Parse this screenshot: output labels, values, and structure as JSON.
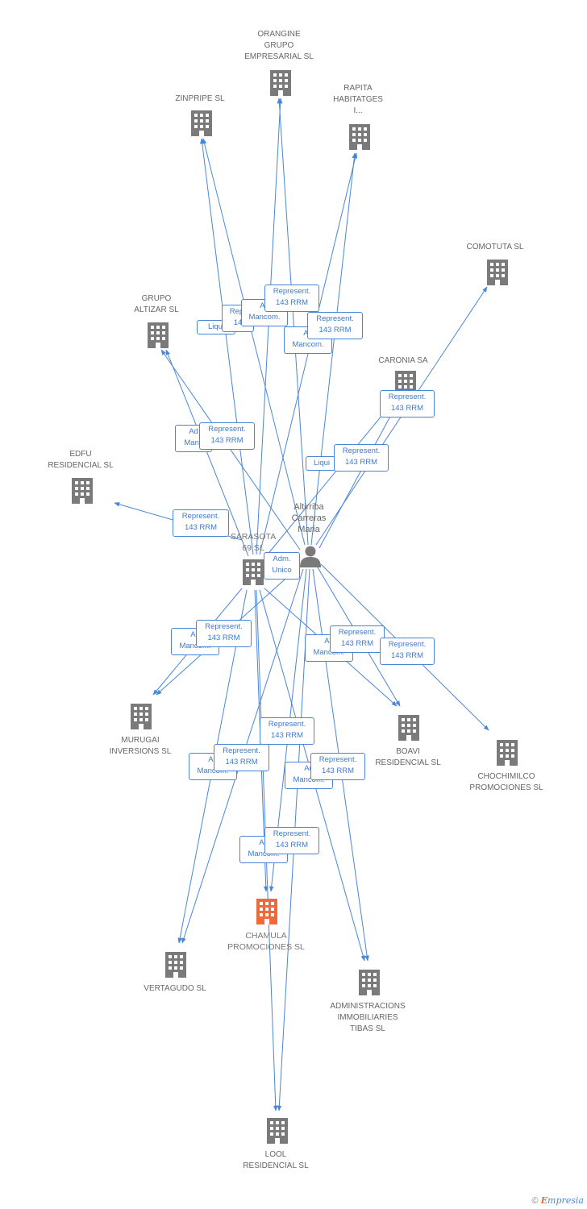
{
  "colors": {
    "edge": "#4a86d8",
    "building": "#7a7a7a",
    "highlight": "#ee6a3a",
    "person": "#7a7a7a"
  },
  "person": {
    "label": "Altirriba\nCarreras\nMaria",
    "icon": "person-icon"
  },
  "nodes": {
    "orangine": "ORANGINE\nGRUPO\nEMPRESARIAL SL",
    "zinpripe": "ZINPRIPE SL",
    "rapita": "RAPITA\nHABITATGES\nI...",
    "comotuta": "COMOTUTA SL",
    "grupo_altizar": "GRUPO\nALTIZAR SL",
    "caronia": "CARONIA SA",
    "edfu": "EDFU\nRESIDENCIAL SL",
    "sarasota": "SARASOTA\n69 SL",
    "murugai": "MURUGAI\nINVERSIONS SL",
    "boavi": "BOAVI\nRESIDENCIAL SL",
    "chochimilco": "CHOCHIMILCO\nPROMOCIONES SL",
    "chamula": "CHAMULA\nPROMOCIONES SL",
    "vertagudo": "VERTAGUDO SL",
    "administracions": "ADMINISTRACIONS\nIMMOBILIARIES\nTIBAS SL",
    "lool": "LOOL\nRESIDENCIAL SL"
  },
  "edge_labels": {
    "liqui_1": "Liqui",
    "repres_partial_1": "Repr\n14",
    "adm_partial_1": "Ad\nMancom.",
    "represent_1": "Represent.\n143 RRM",
    "adm_partial_2": "Ad\nMancom.",
    "represent_2": "Represent.\n143 RRM",
    "represent_3": "Represent.\n143 RRM",
    "adm_partial_3": "Ad\nManc",
    "represent_4": "Represent.\n143 RRM",
    "liqui_2": "Liqui",
    "represent_5": "Represent.\n143 RRM",
    "represent_6": "Represent.\n143 RRM",
    "adm_unico": "Adm.\nUnico",
    "adm_partial_4": "Ad\nMancom.",
    "represent_7": "Represent.\n143 RRM",
    "adm_partial_5": "Ad\nMancom.",
    "represent_8": "Represent.\n143 RRM",
    "represent_9": "Represent.\n143 RRM",
    "represent_10": "Represent.\n143 RRM",
    "adm_partial_6": "Ad\nMancom.",
    "represent_11": "Represent.\n143 RRM",
    "adm_partial_7": "Ad\nMancom.",
    "represent_12": "Represent.\n143 RRM",
    "adm_partial_8": "Ad\nMancom.",
    "represent_13": "Represent.\n143 RRM"
  },
  "footer": {
    "copyright": "©",
    "brand_first": "E",
    "brand_rest": "mpresia"
  }
}
